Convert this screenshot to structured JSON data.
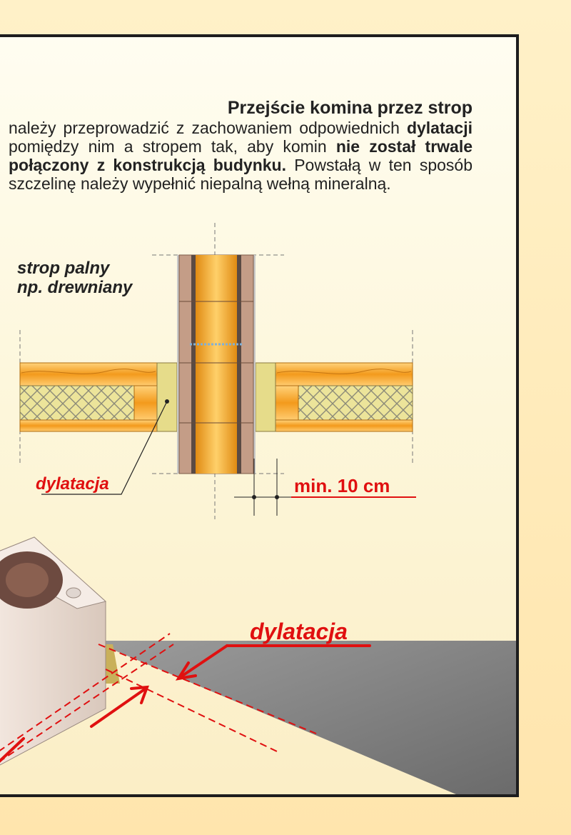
{
  "intro": {
    "title": "Przejście komina przez strop",
    "s1": "należy przeprowadzić z zachowaniem odpowiednich",
    "b1": "dylatacji",
    "s2": "pomiędzy nim a stropem tak, aby komin",
    "b2": "nie został trwale połączony z konstrukcją budynku.",
    "s3": "Powstałą w ten sposób szczelinę należy wypełnić niepalną wełną mineralną."
  },
  "labels": {
    "strop_line1": "strop palny",
    "strop_line2": "np. drewniany",
    "dylatacja_section": "dylatacja",
    "min_gap": "min. 10 cm",
    "dylatacja_perspective": "dylatacja"
  },
  "colors": {
    "dimension_red": "#e01010",
    "wood": "#f4a12a",
    "insulation": "#e6dc8a",
    "chimney_casing": "#c49d87"
  }
}
